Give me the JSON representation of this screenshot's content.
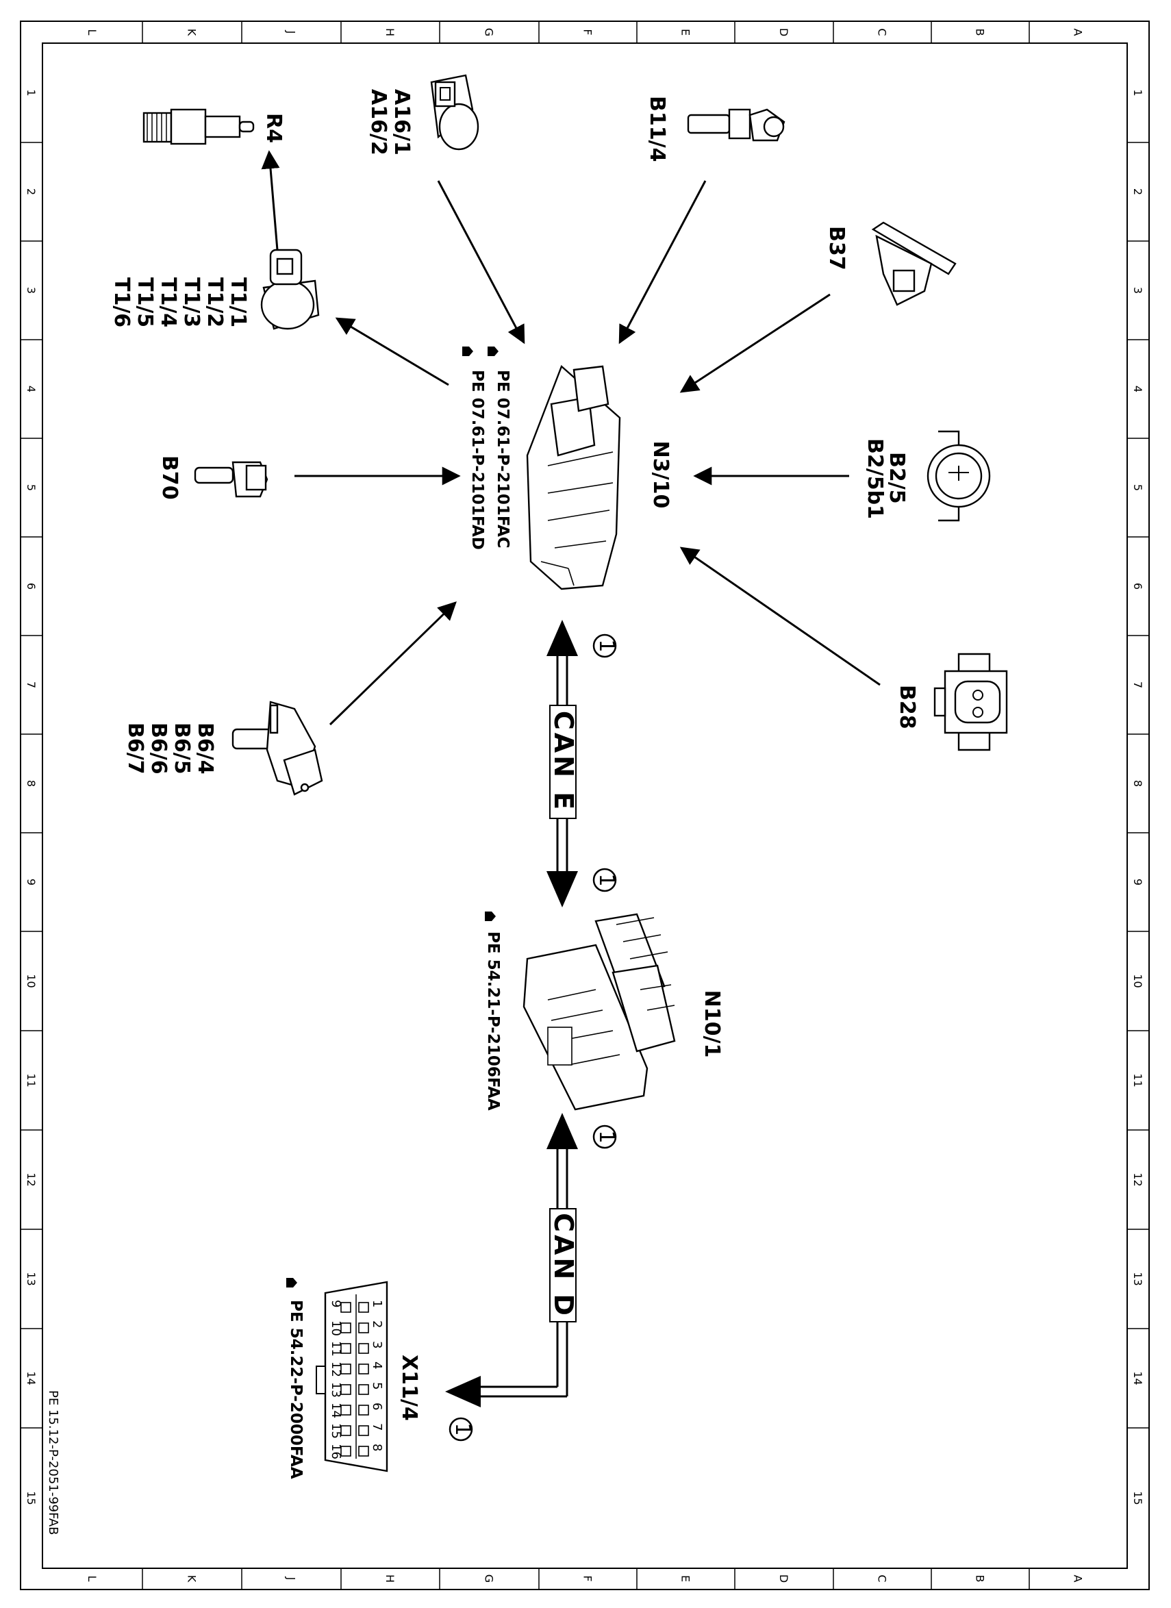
{
  "grid": {
    "letters": [
      "L",
      "K",
      "J",
      "H",
      "G",
      "F",
      "E",
      "D",
      "C",
      "B",
      "A"
    ],
    "numbers": [
      "1",
      "2",
      "3",
      "4",
      "5",
      "6",
      "7",
      "8",
      "9",
      "10",
      "11",
      "12",
      "13",
      "14",
      "15"
    ]
  },
  "labels": {
    "n3_10": "N3/10",
    "n3_10_doc1": "PE  07.61-P-2101FAC",
    "n3_10_doc2": "PE  07.61-P-2101FAD",
    "n10_1": "N10/1",
    "n10_1_doc": "PE  54.21-P-2106FAA",
    "x11_4": "X11/4",
    "x11_4_doc": "PE  54.22-P-2000FAA",
    "r4": "R4",
    "a16": [
      "A16/1",
      "A16/2"
    ],
    "b11_4": "B11/4",
    "b37": "B37",
    "b2": [
      "B2/5",
      "B2/5b1"
    ],
    "b28": "B28",
    "b70": "B70",
    "b6": [
      "B6/4",
      "B6/5",
      "B6/6",
      "B6/7"
    ],
    "t1": [
      "T1/1",
      "T1/2",
      "T1/3",
      "T1/4",
      "T1/5",
      "T1/6"
    ],
    "can_e": "CAN E",
    "can_d": "CAN D",
    "circle_ref": "1",
    "footer": "PE 15.12-P-2051-99FAB"
  },
  "connector_pins": [
    "1",
    "2",
    "3",
    "4",
    "5",
    "6",
    "7",
    "8",
    "9",
    "10",
    "11",
    "12",
    "13",
    "14",
    "15",
    "16"
  ]
}
